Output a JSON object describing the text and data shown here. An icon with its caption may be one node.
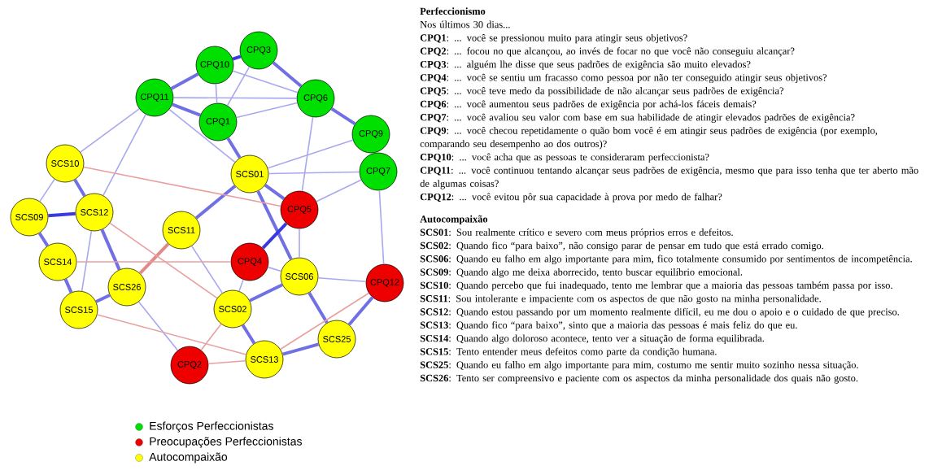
{
  "diagram": {
    "nodes": [
      {
        "text": [
          "CPQ3"
        ]
      },
      {
        "text": [
          "CPQ10"
        ]
      },
      {
        "text": [
          "CPQ11"
        ]
      },
      {
        "text": [
          "CPQ1"
        ]
      },
      {
        "text": [
          "CPQ6"
        ]
      },
      {
        "text": [
          "CPQ9"
        ]
      },
      {
        "text": [
          "SCS10"
        ]
      },
      {
        "text": [
          "SCS01"
        ]
      },
      {
        "text": [
          "CPQ7"
        ]
      },
      {
        "text": [
          "SCS09"
        ]
      },
      {
        "text": [
          "SCS12"
        ]
      },
      {
        "text": [
          "CPQ5"
        ]
      },
      {
        "text": [
          "SCS11"
        ]
      },
      {
        "text": [
          "SCS14"
        ]
      },
      {
        "text": [
          "CPQ4"
        ]
      },
      {
        "text": [
          "SCS06"
        ]
      },
      {
        "text": [
          "CPQ12"
        ]
      },
      {
        "text": [
          "SCS26"
        ]
      },
      {
        "text": [
          "SCS02"
        ]
      },
      {
        "text": [
          "SCS15"
        ]
      },
      {
        "text": [
          "SCS25"
        ]
      },
      {
        "text": [
          "SCS13"
        ]
      },
      {
        "text": [
          "CPQ2"
        ]
      }
    ],
    "edges": [
      {
        "from": 1,
        "to": 0,
        "arrow": "none",
        "style": "thick",
        "color": "#3a3ae0"
      },
      {
        "from": 2,
        "to": 1,
        "arrow": "none",
        "style": "thick"
      },
      {
        "from": 2,
        "to": 3,
        "arrow": "none",
        "style": "thick"
      },
      {
        "from": 0,
        "to": 4,
        "arrow": "none",
        "style": "thick"
      },
      {
        "from": 2,
        "to": 4,
        "arrow": "none"
      },
      {
        "from": 3,
        "to": 4,
        "arrow": "none"
      },
      {
        "from": 1,
        "to": 3,
        "arrow": "none"
      },
      {
        "from": 1,
        "to": 4,
        "arrow": "none"
      },
      {
        "from": 0,
        "to": 3,
        "arrow": "none"
      },
      {
        "from": 4,
        "to": 5,
        "arrow": "none",
        "style": "thick"
      },
      {
        "from": 3,
        "to": 7,
        "arrow": "none",
        "style": "thick"
      },
      {
        "from": 2,
        "to": 7,
        "arrow": "none"
      },
      {
        "from": 2,
        "to": 6,
        "arrow": "none"
      },
      {
        "from": 2,
        "to": 10,
        "arrow": "none"
      },
      {
        "from": 7,
        "to": 8,
        "arrow": "none"
      },
      {
        "from": 7,
        "to": 5,
        "arrow": "none"
      },
      {
        "from": 7,
        "to": 12,
        "arrow": "none",
        "style": "thick"
      },
      {
        "from": 7,
        "to": 11,
        "arrow": "none",
        "style": "thick"
      },
      {
        "from": 7,
        "to": 15,
        "arrow": "none",
        "style": "thick"
      },
      {
        "from": 11,
        "to": 14,
        "arrow": "none",
        "style": "thick",
        "color": "#3a3ae0"
      },
      {
        "from": 11,
        "to": 8,
        "arrow": "none"
      },
      {
        "from": 4,
        "to": 11,
        "arrow": "none"
      },
      {
        "from": 11,
        "to": 15,
        "arrow": "none"
      },
      {
        "from": 14,
        "to": 15,
        "arrow": "none"
      },
      {
        "from": 14,
        "to": 18,
        "arrow": "none"
      },
      {
        "from": 15,
        "to": 18,
        "arrow": "none",
        "style": "thick"
      },
      {
        "from": 15,
        "to": 16,
        "arrow": "none"
      },
      {
        "from": 15,
        "to": 20,
        "arrow": "none",
        "style": "thick"
      },
      {
        "from": 16,
        "to": 20,
        "arrow": "none",
        "style": "thick"
      },
      {
        "from": 20,
        "to": 21,
        "arrow": "none",
        "style": "thick"
      },
      {
        "from": 18,
        "to": 21,
        "arrow": "none",
        "style": "thick"
      },
      {
        "from": 8,
        "to": 16,
        "arrow": "none"
      },
      {
        "from": 9,
        "to": 10,
        "arrow": "none",
        "style": "thick",
        "color": "#3a3ae0"
      },
      {
        "from": 6,
        "to": 10,
        "arrow": "none",
        "style": "thick"
      },
      {
        "from": 6,
        "to": 9,
        "arrow": "none"
      },
      {
        "from": 9,
        "to": 13,
        "arrow": "none",
        "style": "thick"
      },
      {
        "from": 13,
        "to": 19,
        "arrow": "none",
        "style": "thick"
      },
      {
        "from": 19,
        "to": 17,
        "arrow": "none",
        "style": "thick"
      },
      {
        "from": 10,
        "to": 17,
        "arrow": "none",
        "style": "thick"
      },
      {
        "from": 10,
        "to": 19,
        "arrow": "none"
      },
      {
        "from": 17,
        "to": 22,
        "arrow": "none"
      },
      {
        "from": 12,
        "to": 18,
        "arrow": "none"
      },
      {
        "from": 17,
        "to": 12,
        "arrow": "none",
        "style": "thick",
        "color": "#e08a8a"
      },
      {
        "from": 13,
        "to": 14,
        "arrow": "none",
        "color": "#e8a0a0"
      },
      {
        "from": 19,
        "to": 21,
        "arrow": "none",
        "color": "#e8a0a0"
      },
      {
        "from": 22,
        "to": 18,
        "arrow": "none",
        "color": "#e8a0a0"
      },
      {
        "from": 22,
        "to": 21,
        "arrow": "none",
        "color": "#e8a0a0"
      },
      {
        "from": 10,
        "to": 18,
        "arrow": "none",
        "color": "#e8a0a0"
      },
      {
        "from": 6,
        "to": 11,
        "arrow": "none",
        "color": "#e8a0a0"
      },
      {
        "from": 16,
        "to": 21,
        "arrow": "none",
        "color": "#e8a0a0"
      }
    ],
    "labels": [
      "Perfeccionismo",
      "Nos últimos 30 dias...",
      "**CPQ1**: ... você se pressionou muito para atingir seus objetivos?",
      "**CPQ2**: ... focou no que alcançou, ao invés de focar no que você não conseguiu alcançar?",
      "**CPQ3**: ... alguém lhe disse que seus padrões de exigência são muito elevados?",
      "**CPQ4**: ... você se sentiu um fracasso como pessoa por não ter conseguido atingir seus objetivos?",
      "**CPQ5**: ... você teve medo da possibilidade de não alcançar seus padrões de exigência?",
      "**CPQ6**: ... você aumentou seus padrões de exigência por achá-los fáceis demais?",
      "**CPQ7**: ... você avaliou seu valor com base em sua habilidade de atingir elevados padrões de exigência?",
      "**CPQ9**: ... você checou repetidamente o quão bom você é em atingir seus padrões de exigência (por exemplo, comparando seu desempenho ao dos outros)?",
      "**CPQ10**: ... você acha que as pessoas te consideraram perfeccionista?",
      "**CPQ11**: ... você continuou tentando alcançar seus padrões de exigência, mesmo que para isso tenha que ter aberto mão de algumas coisas?",
      "**CPQ12**: ... você evitou pôr sua capacidade à prova por medo de falhar?",
      "Autocompaixão",
      "**SCS01**: Sou realmente crítico e severo com meus próprios erros e defeitos.",
      "**SCS02**: Quando fico “para baixo”, não consigo parar de pensar em tudo que está errado comigo.",
      "**SCS06**: Quando eu falho em algo importante para mim, fico totalmente consumido por sentimentos de incompetência.",
      "**SCS09**: Quando algo me deixa aborrecido, tento buscar equilíbrio emocional.",
      "**SCS10**: Quando percebo que fui inadequado, tento me lembrar que a maioria das pessoas também passa por isso.",
      "**SCS11**: Sou intolerante e impaciente com os aspectos de que não gosto na minha personalidade.",
      "**SCS12**: Quando estou passando por um momento realmente difícil, eu me dou o apoio e o cuidado de que preciso.",
      "**SCS13**: Quando fico “para baixo”, sinto que a maioria das pessoas é mais feliz do que eu.",
      "**SCS14**: Quando algo doloroso acontece, tento ver a situação de forma equilibrada.",
      "**SCS15**: Tento entender meus defeitos como parte da condição humana.",
      "**SCS25**: Quando eu falho em algo importante para mim, costumo me sentir muito sozinho nessa situação.",
      "**SCS26**: Tento ser compreensivo e paciente com os aspectos da minha personalidade dos quais não gosto."
    ],
    "legend": [
      {
        "text": "Esforços Perfeccionistas",
        "color": "#00e000"
      },
      {
        "text": "Preocupações Perfeccionistas",
        "color": "#ee0000"
      },
      {
        "text": "Autocompaixão",
        "color": "#ffff00"
      }
    ]
  }
}
